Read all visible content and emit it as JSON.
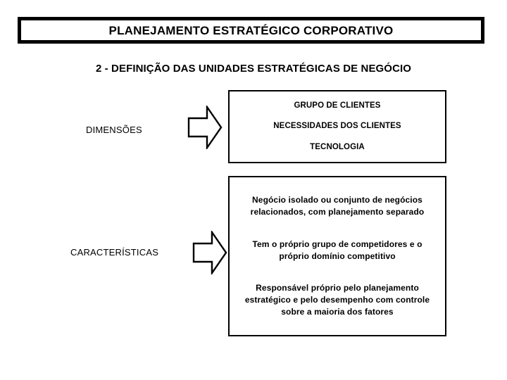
{
  "slide": {
    "title": "PLANEJAMENTO ESTRATÉGICO CORPORATIVO",
    "subtitle": "2 - DEFINIÇÃO DAS UNIDADES ESTRATÉGICAS DE NEGÓCIO",
    "background_color": "#FFFFFF",
    "text_color": "#000000",
    "border_color": "#000000"
  },
  "sections": [
    {
      "label": "DIMENSÕES",
      "arrow_icon": "right-block-arrow-icon",
      "items": [
        "GRUPO DE CLIENTES",
        "NECESSIDADES DOS CLIENTES",
        "TECNOLOGIA"
      ]
    },
    {
      "label": "CARACTERÍSTICAS",
      "arrow_icon": "right-block-arrow-icon",
      "items": [
        "Negócio isolado ou conjunto de negócios relacionados, com planejamento separado",
        "Tem o próprio grupo de competidores e o próprio domínio competitivo",
        "Responsável próprio pelo planejamento estratégico e pelo desempenho com controle sobre a maioria dos fatores"
      ]
    }
  ]
}
